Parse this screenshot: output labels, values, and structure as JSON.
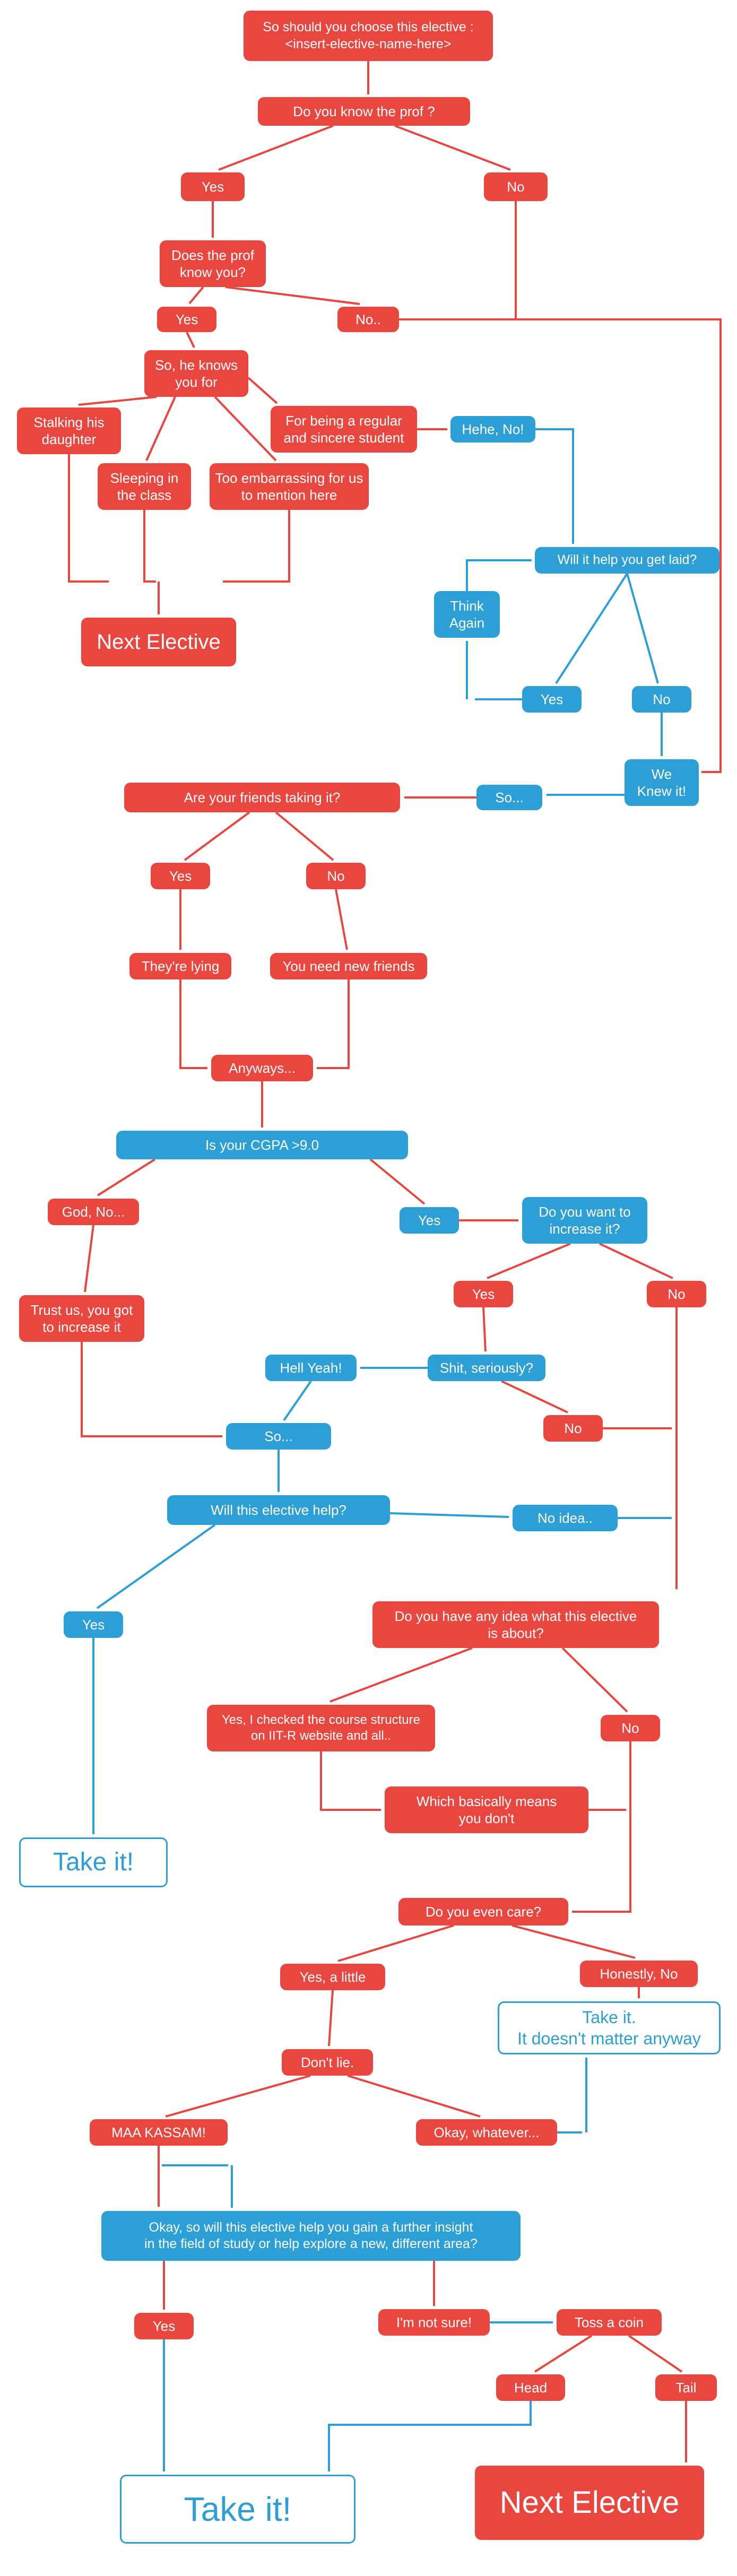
{
  "colors": {
    "red_box": "#e8463e",
    "blue_box": "#2b9fd6",
    "background": "#ffffff",
    "text_on_fill": "#ffffff"
  },
  "nodes": {
    "title": {
      "label": "So should you choose this elective :\n<insert-elective-name-here>"
    },
    "know_prof": {
      "label": "Do you know the prof ?"
    },
    "know_prof_yes": {
      "label": "Yes"
    },
    "know_prof_no": {
      "label": "No"
    },
    "prof_know_you": {
      "label": "Does the prof\nknow you?"
    },
    "prof_know_you_yes": {
      "label": "Yes"
    },
    "prof_know_you_no": {
      "label": "No.."
    },
    "knows_you_for": {
      "label": "So, he knows\nyou for"
    },
    "stalking": {
      "label": "Stalking his\ndaughter"
    },
    "regular": {
      "label": "For being a regular\nand sincere student"
    },
    "sleeping": {
      "label": "Sleeping in\nthe class"
    },
    "embarrassing": {
      "label": "Too embarrassing for us\nto mention here"
    },
    "hehe_no": {
      "label": "Hehe, No!"
    },
    "next_elective_1": {
      "label": "Next Elective"
    },
    "get_laid": {
      "label": "Will it help you get laid?"
    },
    "think_again": {
      "label": "Think\nAgain"
    },
    "get_laid_yes": {
      "label": "Yes"
    },
    "get_laid_no": {
      "label": "No"
    },
    "we_knew_it": {
      "label": "We\nKnew it!"
    },
    "so_1": {
      "label": "So..."
    },
    "friends_taking": {
      "label": "Are your friends taking it?"
    },
    "friends_yes": {
      "label": "Yes"
    },
    "friends_no": {
      "label": "No"
    },
    "theyre_lying": {
      "label": "They're lying"
    },
    "new_friends": {
      "label": "You need new friends"
    },
    "anyways": {
      "label": "Anyways..."
    },
    "cgpa": {
      "label": "Is your CGPA >9.0"
    },
    "god_no": {
      "label": "God, No..."
    },
    "cgpa_yes": {
      "label": "Yes"
    },
    "increase_it": {
      "label": "Do you want to\nincrease it?"
    },
    "trust_us": {
      "label": "Trust us, you got\nto increase it"
    },
    "increase_yes": {
      "label": "Yes"
    },
    "increase_no": {
      "label": "No"
    },
    "hell_yeah": {
      "label": "Hell Yeah!"
    },
    "shit_seriously": {
      "label": "Shit, seriously?"
    },
    "seriously_no": {
      "label": "No"
    },
    "so_2": {
      "label": "So..."
    },
    "elective_help": {
      "label": "Will this elective help?"
    },
    "no_idea": {
      "label": "No idea.."
    },
    "help_yes": {
      "label": "Yes"
    },
    "any_idea": {
      "label": "Do you have any idea what this elective\nis about?"
    },
    "checked": {
      "label": "Yes, I checked the course structure\non IIT-R website and all.."
    },
    "any_idea_no": {
      "label": "No"
    },
    "basically": {
      "label": "Which basically means\nyou don't"
    },
    "take_it_1": {
      "label": "Take it!"
    },
    "even_care": {
      "label": "Do you even care?"
    },
    "yes_little": {
      "label": "Yes, a little"
    },
    "honestly_no": {
      "label": "Honestly, No"
    },
    "dont_lie": {
      "label": "Don't lie."
    },
    "take_it_2": {
      "label": "Take it.\nIt doesn't matter anyway"
    },
    "maa_kassam": {
      "label": "MAA KASSAM!"
    },
    "okay_whatever": {
      "label": "Okay, whatever..."
    },
    "insight": {
      "label": "Okay, so will this elective help you gain a further insight\nin the field of study or help explore a new,  different area?"
    },
    "insight_yes": {
      "label": "Yes"
    },
    "not_sure": {
      "label": "I'm not sure!"
    },
    "toss_coin": {
      "label": "Toss a coin"
    },
    "head": {
      "label": "Head"
    },
    "tail": {
      "label": "Tail"
    },
    "take_it_3": {
      "label": "Take it!"
    },
    "next_elective_2": {
      "label": "Next Elective"
    }
  }
}
